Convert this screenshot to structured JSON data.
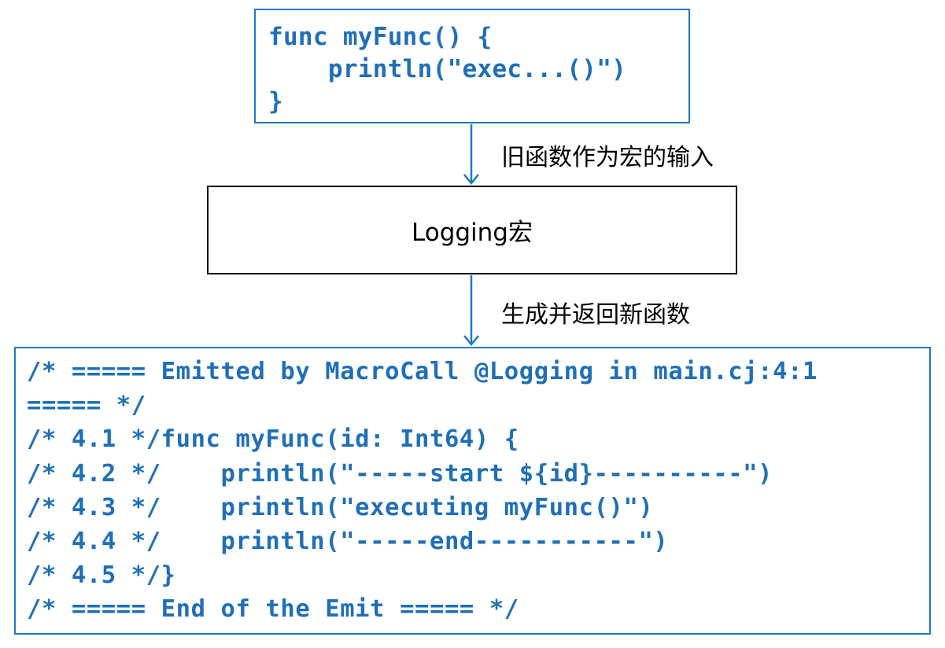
{
  "input_function": {
    "code": "func myFunc() {\n    println(\"exec...()\")\n}"
  },
  "macro": {
    "label": "Logging宏"
  },
  "arrows": {
    "input_label": "旧函数作为宏的输入",
    "output_label": "生成并返回新函数"
  },
  "output_function": {
    "code": "/* ===== Emitted by MacroCall @Logging in main.cj:4:1\n===== */\n/* 4.1 */func myFunc(id: Int64) {\n/* 4.2 */    println(\"-----start ${id}----------\")\n/* 4.3 */    println(\"executing myFunc()\")\n/* 4.4 */    println(\"-----end-----------\")\n/* 4.5 */}\n/* ===== End of the Emit ===== */"
  },
  "colors": {
    "code_text": "#1f6fb8",
    "code_border": "#1f78c1",
    "arrow": "#1f78c1",
    "macro_border": "#000000"
  }
}
